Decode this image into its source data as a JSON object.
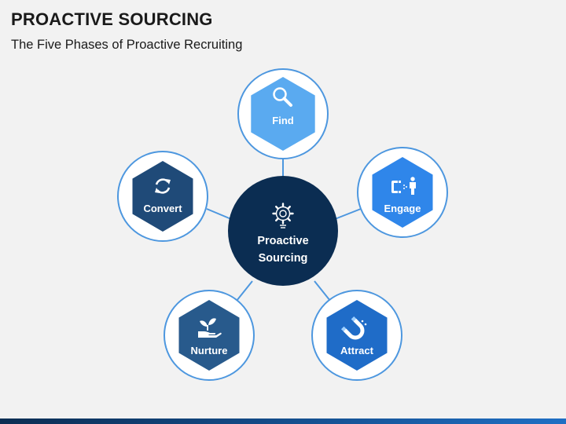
{
  "title": "PROACTIVE SOURCING",
  "subtitle": "The Five Phases of Proactive Recruiting",
  "hub": {
    "line1": "Proactive",
    "line2": "Sourcing",
    "icon": "gear-bulb-icon"
  },
  "phases": [
    {
      "label": "Find",
      "icon": "magnifier-icon",
      "color": "#5aaaf0"
    },
    {
      "label": "Engage",
      "icon": "magnet-person-icon",
      "color": "#2f86ea"
    },
    {
      "label": "Attract",
      "icon": "magnet-icon",
      "color": "#1f6cc8"
    },
    {
      "label": "Nurture",
      "icon": "plant-hand-icon",
      "color": "#285a8c"
    },
    {
      "label": "Convert",
      "icon": "refresh-icon",
      "color": "#1f4a78"
    }
  ],
  "colors": {
    "hub": "#0b2d52",
    "ring": "#4d97df",
    "connector": "#4d97df",
    "background": "#f2f2f2"
  }
}
